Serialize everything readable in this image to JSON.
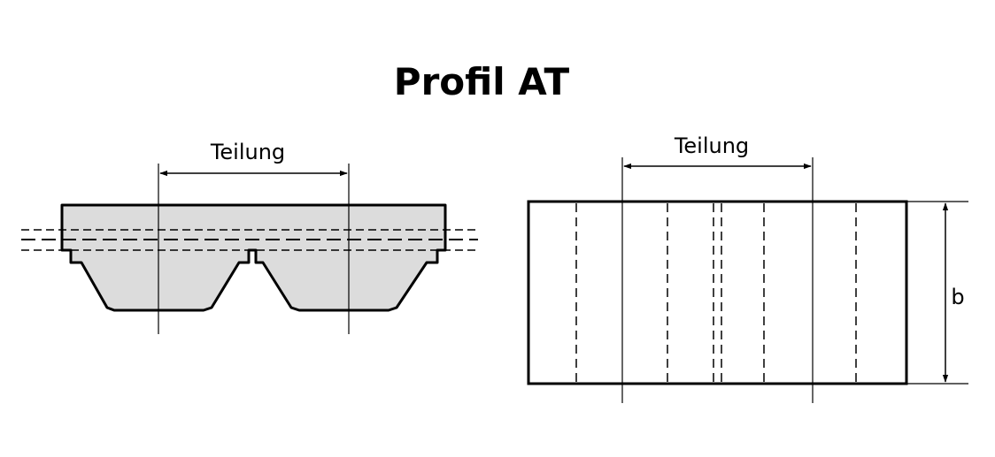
{
  "title": "Profil AT",
  "side_view": {
    "pitch_label": "Teilung"
  },
  "top_view": {
    "pitch_label": "Teilung",
    "width_label": "b"
  },
  "colors": {
    "belt_fill": "#dcdcdc",
    "stroke": "#000000"
  }
}
